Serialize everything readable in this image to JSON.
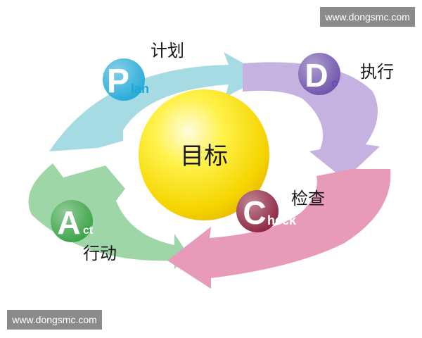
{
  "watermarks": {
    "top": "www.dongsmc.com",
    "bottom": "www.dongsmc.com"
  },
  "center": {
    "label": "目标"
  },
  "stages": [
    {
      "key": "plan",
      "initial": "P",
      "rest": "lan",
      "label": "计划",
      "arrow_color": "#a6dbe4",
      "badge_color": "#1fa8d7"
    },
    {
      "key": "do",
      "initial": "D",
      "rest": "o",
      "label": "执行",
      "arrow_color": "#c5b2e0",
      "badge_color": "#6b4ea8"
    },
    {
      "key": "check",
      "initial": "C",
      "rest": "heck",
      "label": "检查",
      "arrow_color": "#e89ab9",
      "badge_color": "#8a1f3b"
    },
    {
      "key": "act",
      "initial": "A",
      "rest": "ct",
      "label": "行动",
      "arrow_color": "#9fd6a8",
      "badge_color": "#33a041"
    }
  ]
}
